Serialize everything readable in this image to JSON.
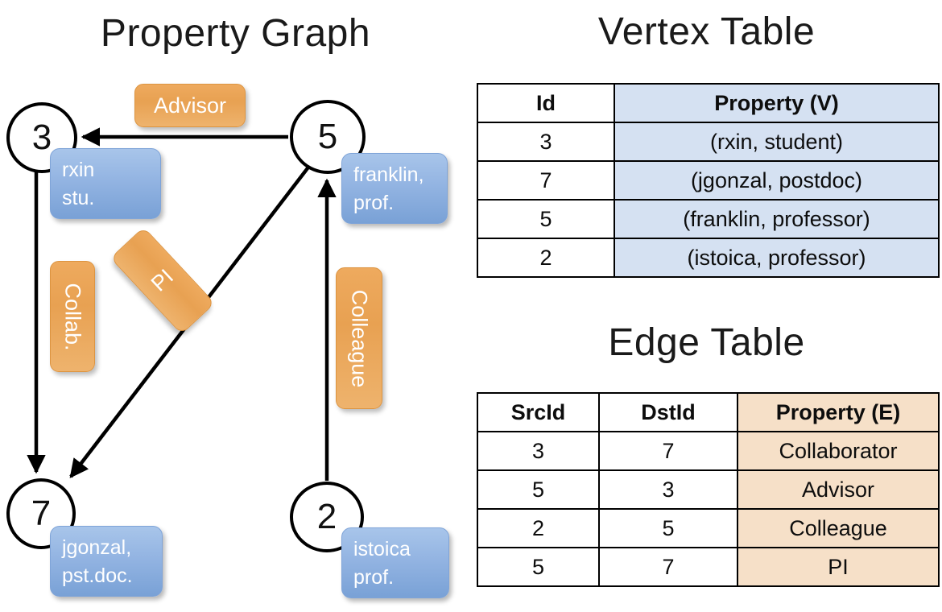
{
  "graph": {
    "title": "Property Graph",
    "vertices": [
      {
        "id": "3",
        "property_lines": "rxin\nstu."
      },
      {
        "id": "5",
        "property_lines": "franklin,\nprof."
      },
      {
        "id": "7",
        "property_lines": "jgonzal,\npst.doc."
      },
      {
        "id": "2",
        "property_lines": "istoica\nprof."
      }
    ],
    "edge_labels": [
      {
        "name": "advisor",
        "text": "Advisor"
      },
      {
        "name": "collab",
        "text": "Collab."
      },
      {
        "name": "pi",
        "text": "PI"
      },
      {
        "name": "colleague",
        "text": "Colleague"
      }
    ]
  },
  "vertex_table": {
    "title": "Vertex Table",
    "headers": [
      "Id",
      "Property (V)"
    ],
    "rows": [
      [
        "3",
        "(rxin, student)"
      ],
      [
        "7",
        "(jgonzal, postdoc)"
      ],
      [
        "5",
        "(franklin, professor)"
      ],
      [
        "2",
        "(istoica, professor)"
      ]
    ]
  },
  "edge_table": {
    "title": "Edge Table",
    "headers": [
      "SrcId",
      "DstId",
      "Property (E)"
    ],
    "rows": [
      [
        "3",
        "7",
        "Collaborator"
      ],
      [
        "5",
        "3",
        "Advisor"
      ],
      [
        "2",
        "5",
        "Colleague"
      ],
      [
        "5",
        "7",
        "PI"
      ]
    ]
  },
  "colors": {
    "vertex_property_fill": "#d5e1f2",
    "edge_property_fill": "#f6e0c8",
    "node_box_blue": "#93b4e2",
    "edge_label_orange": "#e8a152",
    "background": "#ffffff",
    "stroke": "#000000"
  }
}
